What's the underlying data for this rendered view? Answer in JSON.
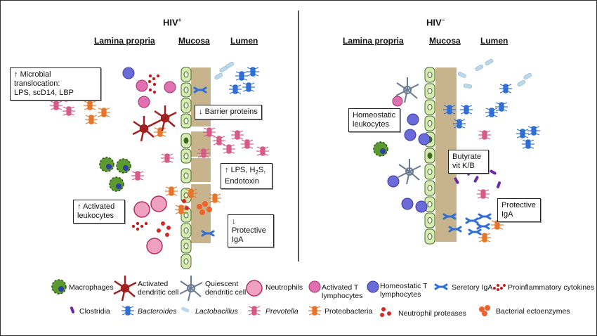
{
  "hiv_pos": {
    "title": "HIV",
    "title_sup": "+",
    "headers": {
      "lamina": "Lamina propria",
      "mucosa": "Mucosa",
      "lumen": "Lumen"
    },
    "boxes": {
      "microbial": {
        "line1": "Microbial translocation:",
        "line2": "LPS, scD14, LBP"
      },
      "barrier": "Barrier proteins",
      "lps_l1_a": "LPS, H",
      "lps_l1_sub": "2",
      "lps_l1_b": "S,",
      "lps_l2": "Endotoxin",
      "activated": {
        "line1": "Activated",
        "line2": "leukocytes"
      },
      "protective": {
        "line1": "Protective",
        "line2": "IgA"
      }
    }
  },
  "hiv_neg": {
    "title": "HIV",
    "title_sup": "−",
    "headers": {
      "lamina": "Lamina propria",
      "mucosa": "Mucosa",
      "lumen": "Lumen"
    },
    "boxes": {
      "homeostatic": {
        "line1": "Homeostatic",
        "line2": "leukocytes"
      },
      "butyrate": {
        "line1": "Butyrate",
        "line2": "vit K/B"
      },
      "protective": {
        "line1": "Protective",
        "line2": "IgA"
      }
    }
  },
  "legend": {
    "macrophages": "Macrophages",
    "activated_dc": {
      "line1": "Activated",
      "line2": "dendritic cell"
    },
    "quiescent_dc": {
      "line1": "Quiescent",
      "line2": "dendritic cell"
    },
    "neutrophils": "Neutrophils",
    "activated_t": {
      "line1": "Activated T",
      "line2": "lymphocytes"
    },
    "homeostatic_t": {
      "line1": "Homeostatic T",
      "line2": "lymphocytes"
    },
    "seretory_iga": "Seretory IgA",
    "cytokines": "Proinflammatory cytokines",
    "clostridia": "Clostridia",
    "bacteroides": "Bacteroides",
    "lactobacillus": "Lactobacillus",
    "prevotella": "Prevotella",
    "proteobacteria": "Proteobacteria",
    "neutrophil_proteases": "Neutrophil proteases",
    "ectoenzymes": "Bacterial ectoenzymes"
  },
  "colors": {
    "epithelium": "#d6ecb4",
    "epithelium_dark": "#7aa84a",
    "mucus": "#c8b48c",
    "bacteroides": "#2f6fd6",
    "prevotella": "#d85a86",
    "proteobacteria": "#e8762a",
    "lactobacillus": "#b9d9ef",
    "clostridia": "#6a2aa8",
    "lymph_activated": "#e070b0",
    "lymph_homeostatic": "#6a6ad8",
    "macrophage": "#5a9a30",
    "dc_activated": "#c83030",
    "dc_quiescent": "#7a8aa0",
    "cytokine": "#c02020"
  }
}
